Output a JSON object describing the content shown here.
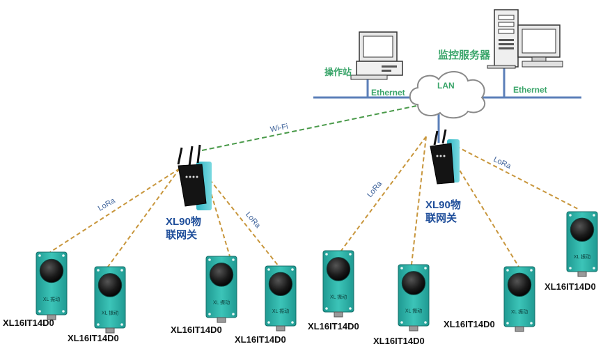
{
  "network": {
    "lan_label": "LAN",
    "ethernet_left": "Ethernet",
    "ethernet_right": "Ethernet",
    "operator_station": "操作站",
    "monitor_server": "监控服务器",
    "wifi_label": "Wi-Fi"
  },
  "gateways": [
    {
      "name_line1": "XL90物",
      "name_line2": "联网关",
      "link_label": "LoRa"
    },
    {
      "name_line1": "XL90物",
      "name_line2": "联网关",
      "link_label": "LoRa"
    }
  ],
  "lora_labels": [
    "LoRa",
    "LoRa",
    "LoRa",
    "LoRa"
  ],
  "sensors": [
    {
      "model": "XL16IT14D0",
      "face_text": "XL 振动"
    },
    {
      "model": "XL16IT14D0",
      "face_text": "XL 振动"
    },
    {
      "model": "XL16IT14D0",
      "face_text": "XL 振动"
    },
    {
      "model": "XL16IT14D0",
      "face_text": "XL 振动"
    },
    {
      "model": "XL16IT14D0",
      "face_text": "XL 振动"
    },
    {
      "model": "XL16IT14D0",
      "face_text": "XL 振动"
    },
    {
      "model": "XL16IT14D0",
      "face_text": "XL 振动"
    },
    {
      "model": "XL16IT14D0",
      "face_text": "XL 振动"
    }
  ],
  "colors": {
    "ethernet_line": "#5b7fb8",
    "lora_line": "#c8963c",
    "wifi_line": "#4a9a4a",
    "sensor_body": "#2aa8a0",
    "label_green": "#3aa56a",
    "gateway_label": "#1f4e9a"
  }
}
